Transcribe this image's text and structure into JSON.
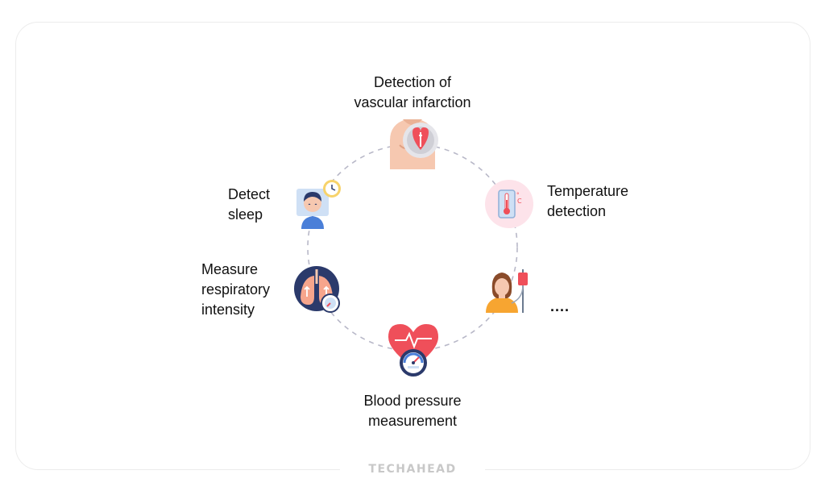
{
  "diagram": {
    "nodes": {
      "top": {
        "lines": [
          "Detection of",
          "vascular infarction"
        ],
        "icon": "heart-chest-icon"
      },
      "temperature": {
        "lines": [
          "Temperature",
          "detection"
        ],
        "icon": "thermometer-icon"
      },
      "more": {
        "text": "....",
        "icon": "patient-iv-drip-icon"
      },
      "blood_pressure": {
        "lines": [
          "Blood pressure",
          "measurement"
        ],
        "icon": "heart-gauge-icon"
      },
      "respiratory": {
        "lines": [
          "Measure",
          "respiratory",
          "intensity"
        ],
        "icon": "lungs-icon"
      },
      "sleep": {
        "lines": [
          "Detect",
          "sleep"
        ],
        "icon": "sleeping-person-icon"
      }
    }
  },
  "brand": "TECHAHEAD",
  "colors": {
    "ring": "#b8b8c8",
    "heart_red": "#ef4f5a",
    "skin": "#f6c8b0",
    "navy": "#2b3a6b",
    "pink_bg": "#fde3ea",
    "orange": "#f7a531",
    "blue": "#4a7fd8"
  }
}
